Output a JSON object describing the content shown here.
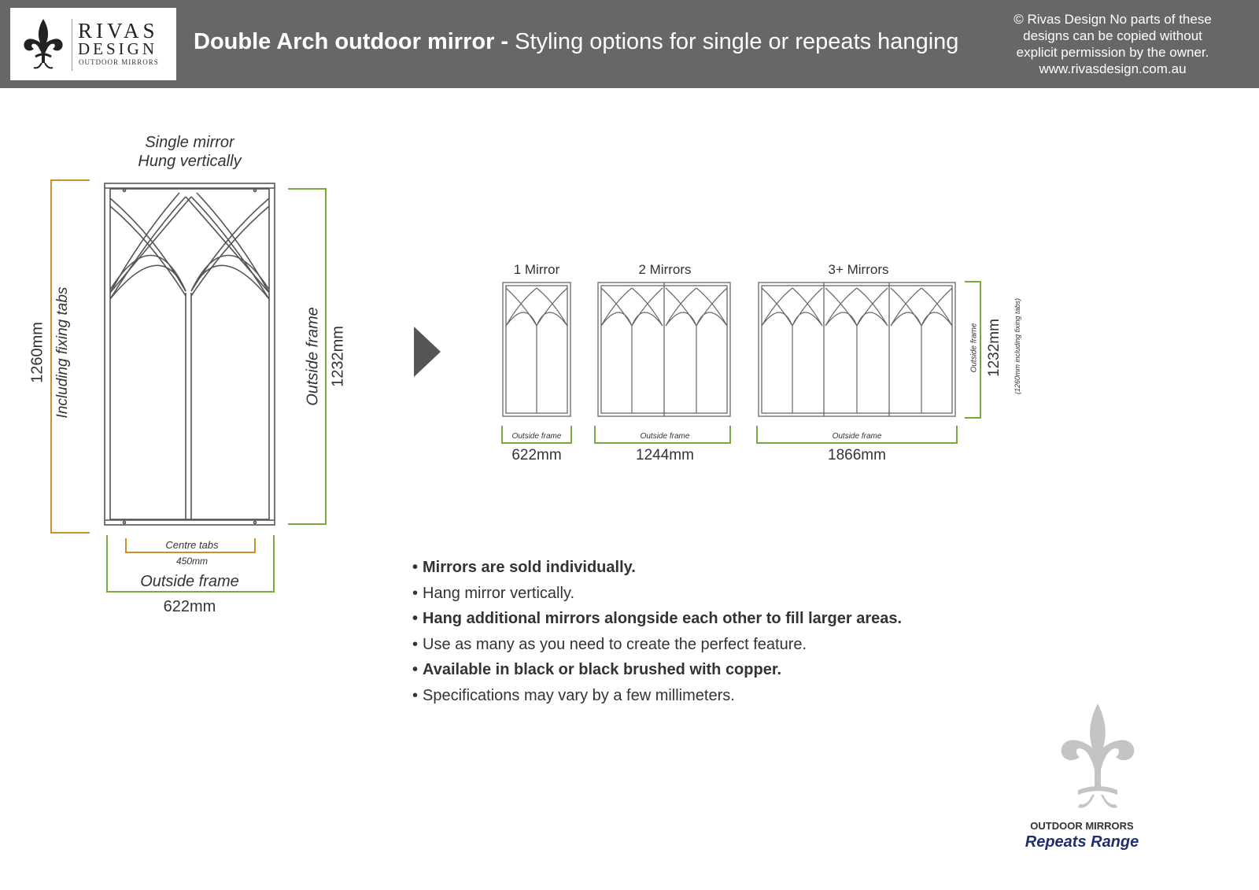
{
  "header": {
    "logo": {
      "line1": "RIVAS",
      "line2": "DESIGN",
      "line3": "OUTDOOR MIRRORS"
    },
    "title_bold": "Double Arch outdoor mirror -",
    "title_rest": " Styling options for single or repeats hanging",
    "copyright": [
      "© Rivas Design No parts of these",
      "designs can be copied without",
      "explicit permission by the owner.",
      "www.rivasdesign.com.au"
    ]
  },
  "single": {
    "caption_line1": "Single mirror",
    "caption_line2": "Hung vertically",
    "height_total": "1260mm",
    "height_total_note": "Including fixing tabs",
    "height_frame_label": "Outside frame",
    "height_frame": "1232mm",
    "tabs_label": "Centre tabs",
    "tabs_width": "450mm",
    "width_label": "Outside frame",
    "width": "622mm"
  },
  "repeats": {
    "groups": [
      {
        "label": "1 Mirror",
        "frame_label": "Outside frame",
        "width": "622mm"
      },
      {
        "label": "2 Mirrors",
        "frame_label": "Outside frame",
        "width": "1244mm"
      },
      {
        "label": "3+ Mirrors",
        "frame_label": "Outside frame",
        "width": "1866mm"
      }
    ],
    "height_label": "Outside frame",
    "height": "1232mm",
    "height_note": "(1260mm including fixing tabs)"
  },
  "bullets": [
    {
      "text": "Mirrors are sold individually.",
      "bold": true
    },
    {
      "text": "Hang mirror vertically.",
      "bold": false
    },
    {
      "text": "Hang additional mirrors alongside each other to fill larger areas.",
      "bold": true
    },
    {
      "text": "Use as many as you need to create the perfect feature.",
      "bold": false
    },
    {
      "text": "Available in black or black brushed with copper.",
      "bold": true
    },
    {
      "text": "Specifications may vary by a few millimeters.",
      "bold": false
    }
  ],
  "badge": {
    "line1": "OUTDOOR MIRRORS",
    "line2": "Repeats Range"
  },
  "colors": {
    "header_bg": "#676767",
    "dim_orange": "#c9902e",
    "dim_green": "#7aa83c",
    "badge_blue": "#1f2f6e",
    "emblem_gray": "#c4c4c4"
  }
}
